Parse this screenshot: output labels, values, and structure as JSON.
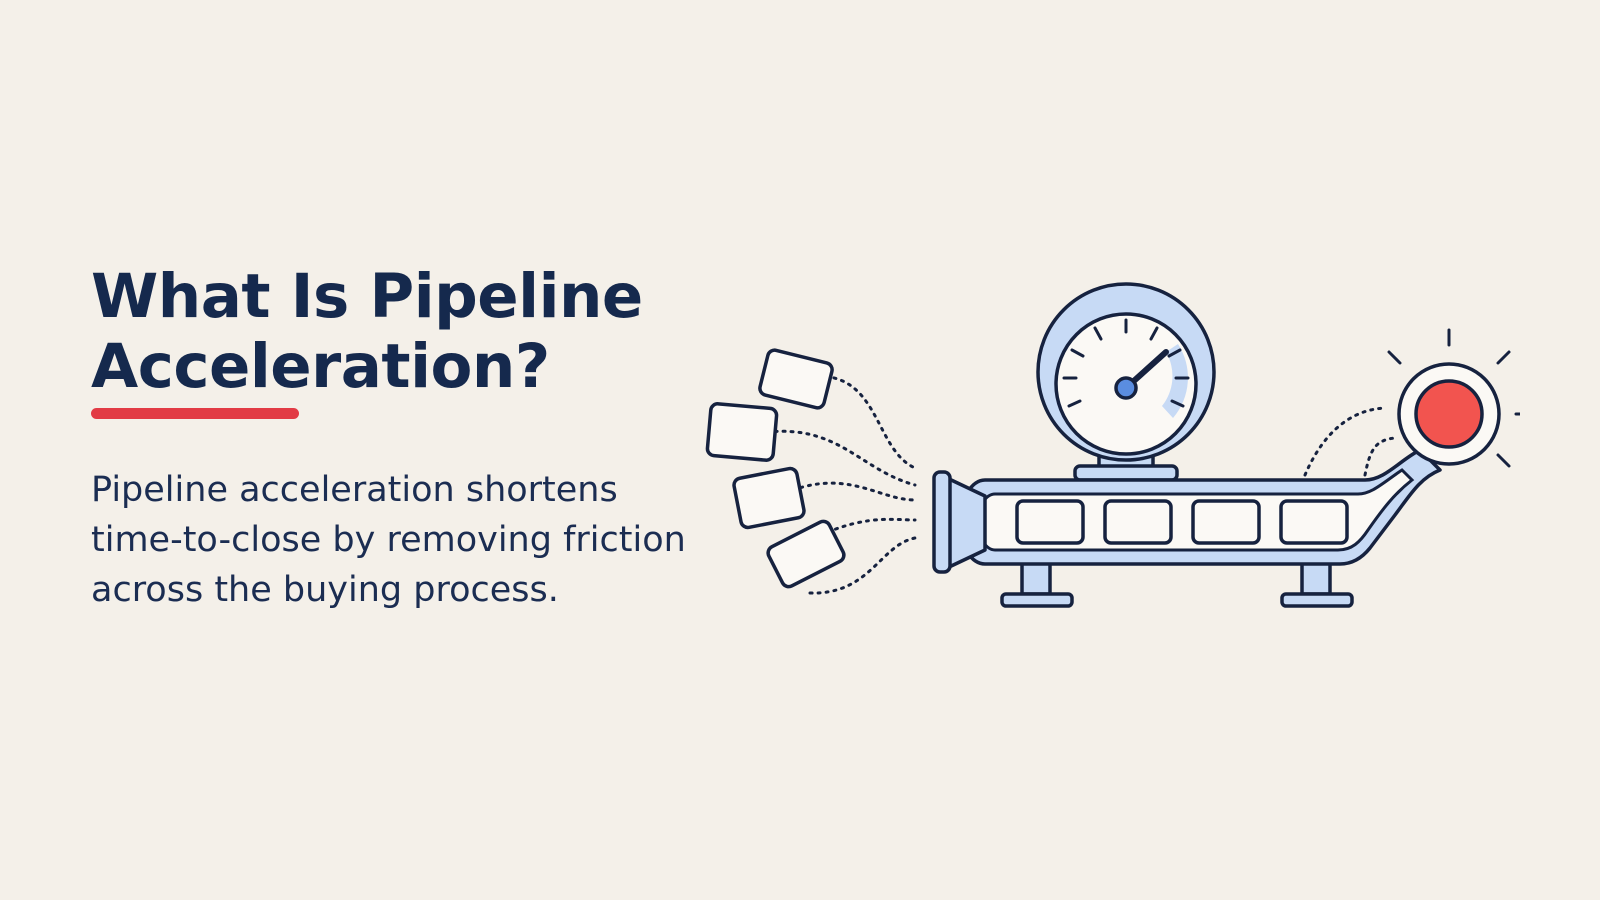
{
  "slide": {
    "title": "What Is Pipeline Acceleration?",
    "description": "Pipeline acceleration shortens time-to-close by removing friction across the buying process."
  },
  "colors": {
    "background": "#f4f0e9",
    "text": "#15294d",
    "accent": "#e23b45",
    "pipe_fill": "#c7daf5",
    "outline": "#16223f",
    "target": "#f2544f"
  },
  "illustration": {
    "icons": [
      "document-cards",
      "funnel-pipe",
      "pressure-gauge",
      "target-light"
    ]
  }
}
